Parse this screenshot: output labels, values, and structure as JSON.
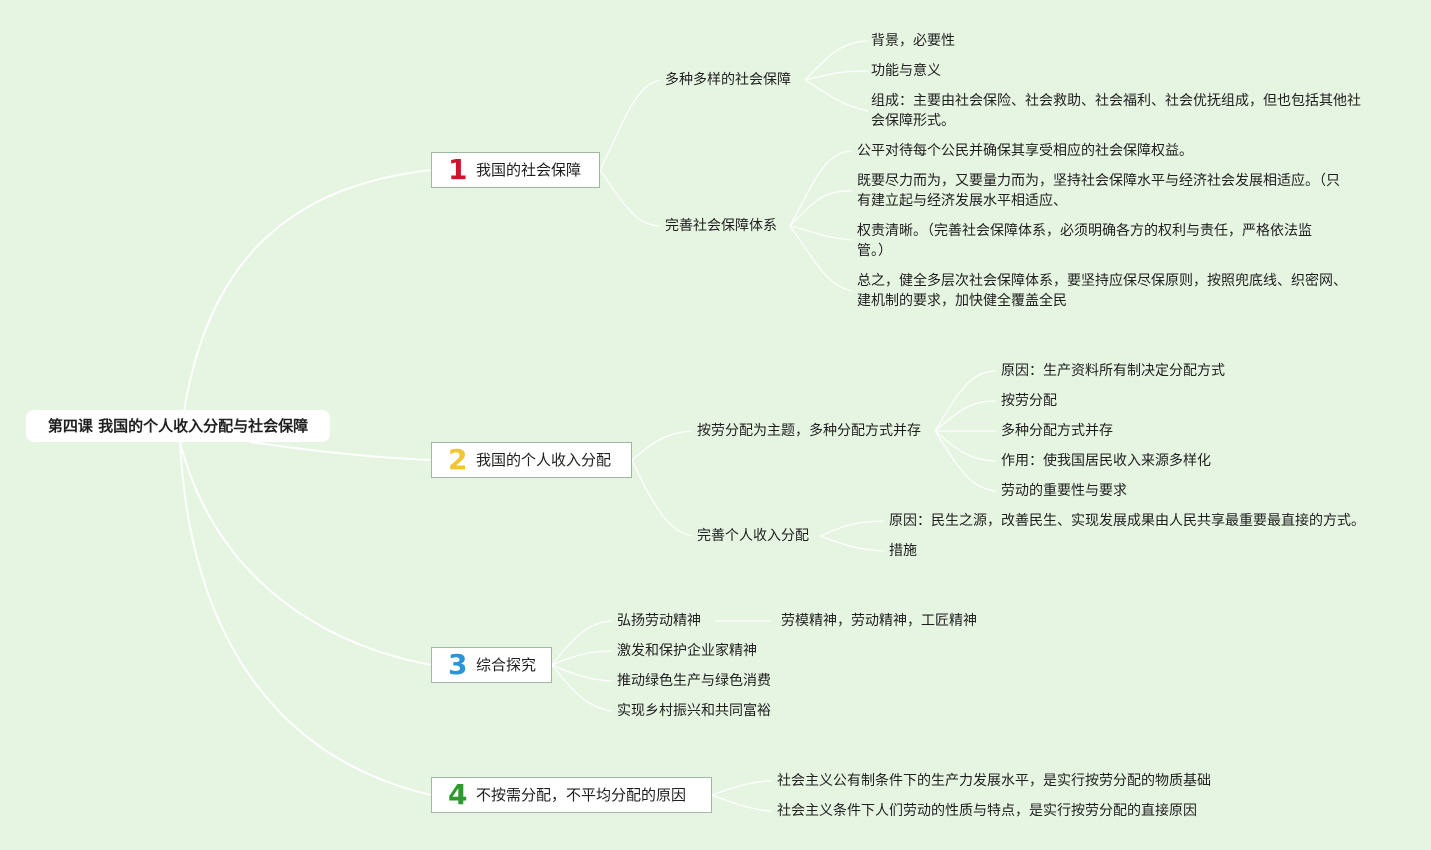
{
  "root": {
    "label": "第四课 我国的个人收入分配与社会保障"
  },
  "branches": [
    {
      "num": "1",
      "label": "我国的社会保障",
      "children": [
        {
          "label": "多种多样的社会保障",
          "leaves": [
            "背景，必要性",
            "功能与意义",
            "组成：主要由社会保险、社会救助、社会福利、社会优抚组成，但也包括其他社会保障形式。"
          ]
        },
        {
          "label": "完善社会保障体系",
          "leaves": [
            "公平对待每个公民并确保其享受相应的社会保障权益。",
            "既要尽力而为，又要量力而为，坚持社会保障水平与经济社会发展相适应。（只有建立起与经济发展水平相适应、",
            "权责清晰。（完善社会保障体系，必须明确各方的权利与责任，严格依法监管。）",
            "总之，健全多层次社会保障体系，要坚持应保尽保原则，按照兜底线、织密网、建机制的要求，加快健全覆盖全民"
          ]
        }
      ]
    },
    {
      "num": "2",
      "label": "我国的个人收入分配",
      "children": [
        {
          "label": "按劳分配为主题，多种分配方式并存",
          "leaves": [
            "原因：生产资料所有制决定分配方式",
            "按劳分配",
            "多种分配方式并存",
            "作用：使我国居民收入来源多样化",
            "劳动的重要性与要求"
          ]
        },
        {
          "label": "完善个人收入分配",
          "leaves": [
            "原因：民生之源，改善民生、实现发展成果由人民共享最重要最直接的方式。",
            "措施"
          ]
        }
      ]
    },
    {
      "num": "3",
      "label": "综合探究",
      "children": [
        {
          "label": "弘扬劳动精神",
          "leaves": [
            "劳模精神，劳动精神，工匠精神"
          ]
        },
        {
          "label": "激发和保护企业家精神",
          "leaves": []
        },
        {
          "label": "推动绿色生产与绿色消费",
          "leaves": []
        },
        {
          "label": "实现乡村振兴和共同富裕",
          "leaves": []
        }
      ]
    },
    {
      "num": "4",
      "label": "不按需分配，不平均分配的原因",
      "children": [
        {
          "label": "社会主义公有制条件下的生产力发展水平，是实行按劳分配的物质基础",
          "leaves": []
        },
        {
          "label": "社会主义条件下人们劳动的性质与特点，是实行按劳分配的直接原因",
          "leaves": []
        }
      ]
    }
  ]
}
